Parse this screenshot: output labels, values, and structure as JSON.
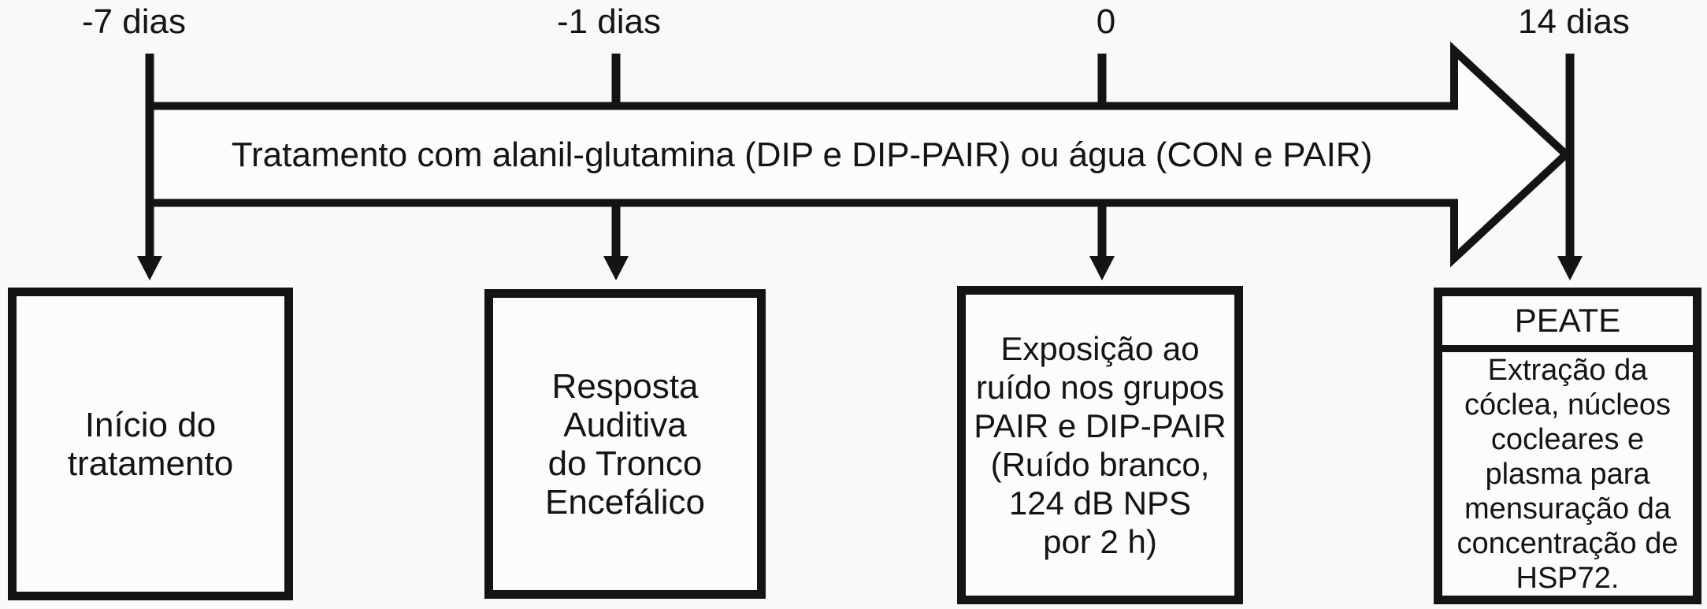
{
  "figure": {
    "ink_color": "#141414",
    "background_color": "#faf9f7",
    "shape_fill_color": "#fcfcfb"
  },
  "timeline": {
    "labels": [
      {
        "text": "-7 dias"
      },
      {
        "text": "-1 dias"
      },
      {
        "text": "0"
      },
      {
        "text": "14 dias"
      }
    ]
  },
  "treatment_arrow": {
    "label": "Tratamento com alanil-glutamina (DIP e DIP-PAIR) ou água (CON e PAIR)"
  },
  "event_boxes": [
    {
      "lines": [
        "Início do",
        "tratamento"
      ]
    },
    {
      "lines": [
        "Resposta",
        "Auditiva",
        "do Tronco",
        "Encefálico"
      ]
    },
    {
      "lines": [
        "Exposição ao",
        "ruído nos grupos",
        "PAIR e DIP-PAIR",
        "(Ruído branco,",
        "124 dB NPS",
        "por 2 h)"
      ]
    },
    {
      "header": "PEATE",
      "lines": [
        "Extração da",
        "cóclea, núcleos",
        "cocleares e",
        "plasma para",
        "mensuração da",
        "concentração de",
        "HSP72."
      ]
    }
  ]
}
